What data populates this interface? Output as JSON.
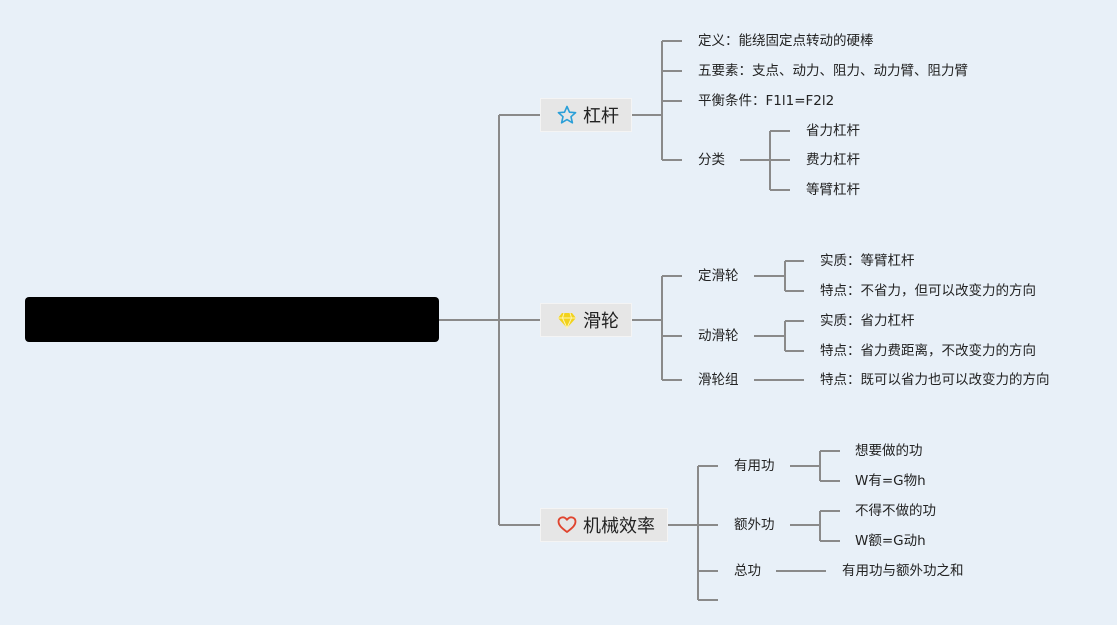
{
  "root": {
    "label": ""
  },
  "topics": {
    "lever": {
      "label": "杠杆",
      "icon": "star-icon",
      "definition": "定义：能绕固定点转动的硬棒",
      "elements": "五要素：支点、动力、阻力、动力臂、阻力臂",
      "balance": "平衡条件：F1l1=F2l2",
      "category": {
        "label": "分类",
        "items": [
          "省力杠杆",
          "费力杠杆",
          "等臂杠杆"
        ]
      }
    },
    "pulley": {
      "label": "滑轮",
      "icon": "diamond-icon",
      "fixed": {
        "label": "定滑轮",
        "essence": "实质：等臂杠杆",
        "feature": "特点：不省力，但可以改变力的方向"
      },
      "movable": {
        "label": "动滑轮",
        "essence": "实质：省力杠杆",
        "feature": "特点：省力费距离，不改变力的方向"
      },
      "block": {
        "label": "滑轮组",
        "feature": "特点：既可以省力也可以改变力的方向"
      }
    },
    "efficiency": {
      "label": "机械效率",
      "icon": "heart-icon",
      "useful": {
        "label": "有用功",
        "items": [
          "想要做的功",
          "W有=G物h"
        ]
      },
      "extra": {
        "label": "额外功",
        "items": [
          "不得不做的功",
          "W额=G动h"
        ]
      },
      "total": {
        "label": "总功",
        "desc": "有用功与额外功之和"
      }
    }
  },
  "colors": {
    "background": "#e8f0f8",
    "line": "#8a8a8a",
    "topic_bg": "#e6e6e6",
    "star": "#2a9fd8",
    "diamond": "#f2d21c",
    "heart": "#e0442e"
  }
}
